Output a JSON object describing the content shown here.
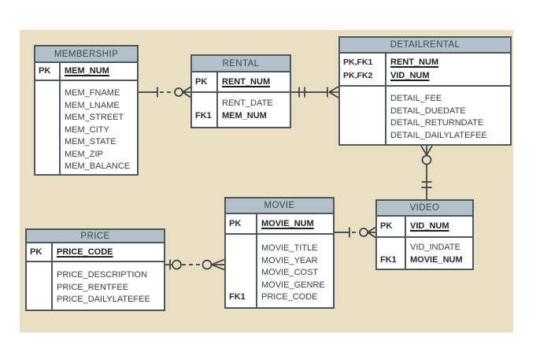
{
  "diagram_type": "entity-relationship-crows-foot",
  "colors": {
    "canvas": "#ffffff",
    "panel_background": "#e9dfc3",
    "entity_header_fill": "#b2c0ca",
    "entity_body_fill": "#ffffff",
    "border": "#4f575e",
    "text": "#3f3f3f"
  },
  "entities": {
    "membership": {
      "title": "MEMBERSHIP",
      "pk": [
        {
          "tag": "PK",
          "name": "MEM_NUM"
        }
      ],
      "attrs": [
        {
          "tag": "",
          "name": "MEM_FNAME"
        },
        {
          "tag": "",
          "name": "MEM_LNAME"
        },
        {
          "tag": "",
          "name": "MEM_STREET"
        },
        {
          "tag": "",
          "name": "MEM_CITY"
        },
        {
          "tag": "",
          "name": "MEM_STATE"
        },
        {
          "tag": "",
          "name": "MEM_ZIP"
        },
        {
          "tag": "",
          "name": "MEM_BALANCE"
        }
      ]
    },
    "rental": {
      "title": "RENTAL",
      "pk": [
        {
          "tag": "PK",
          "name": "RENT_NUM"
        }
      ],
      "attrs": [
        {
          "tag": "",
          "name": "RENT_DATE"
        },
        {
          "tag": "FK1",
          "name": "MEM_NUM"
        }
      ]
    },
    "detailrental": {
      "title": "DETAILRENTAL",
      "pk": [
        {
          "tag": "PK,FK1",
          "name": "RENT_NUM"
        },
        {
          "tag": "PK,FK2",
          "name": "VID_NUM"
        }
      ],
      "attrs": [
        {
          "tag": "",
          "name": "DETAIL_FEE"
        },
        {
          "tag": "",
          "name": "DETAIL_DUEDATE"
        },
        {
          "tag": "",
          "name": "DETAIL_RETURNDATE"
        },
        {
          "tag": "",
          "name": "DETAIL_DAILYLATEFEE"
        }
      ]
    },
    "movie": {
      "title": "MOVIE",
      "pk": [
        {
          "tag": "PK",
          "name": "MOVIE_NUM"
        }
      ],
      "attrs": [
        {
          "tag": "",
          "name": "MOVIE_TITLE"
        },
        {
          "tag": "",
          "name": "MOVIE_YEAR"
        },
        {
          "tag": "",
          "name": "MOVIE_COST"
        },
        {
          "tag": "",
          "name": "MOVIE_GENRE"
        },
        {
          "tag": "FK1",
          "name": "PRICE_CODE"
        }
      ]
    },
    "video": {
      "title": "VIDEO",
      "pk": [
        {
          "tag": "PK",
          "name": "VID_NUM"
        }
      ],
      "attrs": [
        {
          "tag": "",
          "name": "VID_INDATE"
        },
        {
          "tag": "FK1",
          "name": "MOVIE_NUM"
        }
      ]
    },
    "price": {
      "title": "PRICE",
      "pk": [
        {
          "tag": "PK",
          "name": "PRICE_CODE"
        }
      ],
      "attrs": [
        {
          "tag": "",
          "name": "PRICE_DESCRIPTION"
        },
        {
          "tag": "",
          "name": "PRICE_RENTFEE"
        },
        {
          "tag": "",
          "name": "PRICE_DAILYLATEFEE"
        }
      ]
    }
  },
  "relationships": [
    {
      "from": "MEMBERSHIP",
      "to": "RENTAL",
      "from_cardinality": "one",
      "to_cardinality": "zero-or-many",
      "line_style": "dashed"
    },
    {
      "from": "RENTAL",
      "to": "DETAILRENTAL",
      "from_cardinality": "one-and-only-one",
      "to_cardinality": "one-or-many",
      "line_style": "solid"
    },
    {
      "from": "DETAILRENTAL",
      "to": "VIDEO",
      "from_cardinality": "zero-or-many",
      "to_cardinality": "one-and-only-one",
      "line_style": "solid"
    },
    {
      "from": "MOVIE",
      "to": "VIDEO",
      "from_cardinality": "one",
      "to_cardinality": "zero-or-many",
      "line_style": "dashed"
    },
    {
      "from": "PRICE",
      "to": "MOVIE",
      "from_cardinality": "zero-or-one",
      "to_cardinality": "zero-or-many",
      "line_style": "dashed"
    }
  ]
}
